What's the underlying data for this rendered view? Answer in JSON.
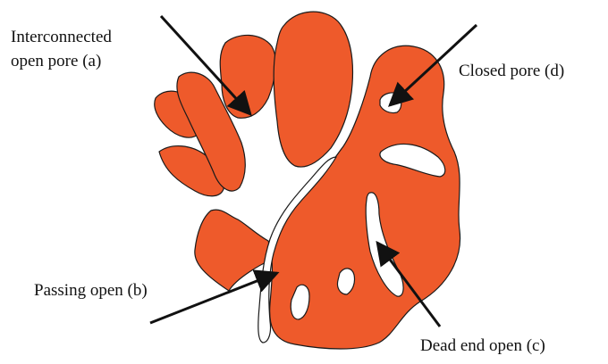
{
  "figure": {
    "colors": {
      "solid": "#ee5a2b",
      "outline": "#1a1a1a",
      "pore": "#ffffff",
      "arrow": "#111111"
    },
    "labels": {
      "interconnected_line1": "Interconnected",
      "interconnected_line2": "open pore (a)",
      "closed": "Closed pore (d)",
      "passing": "Passing open (b)",
      "dead_end": "Dead end open (c)"
    }
  }
}
